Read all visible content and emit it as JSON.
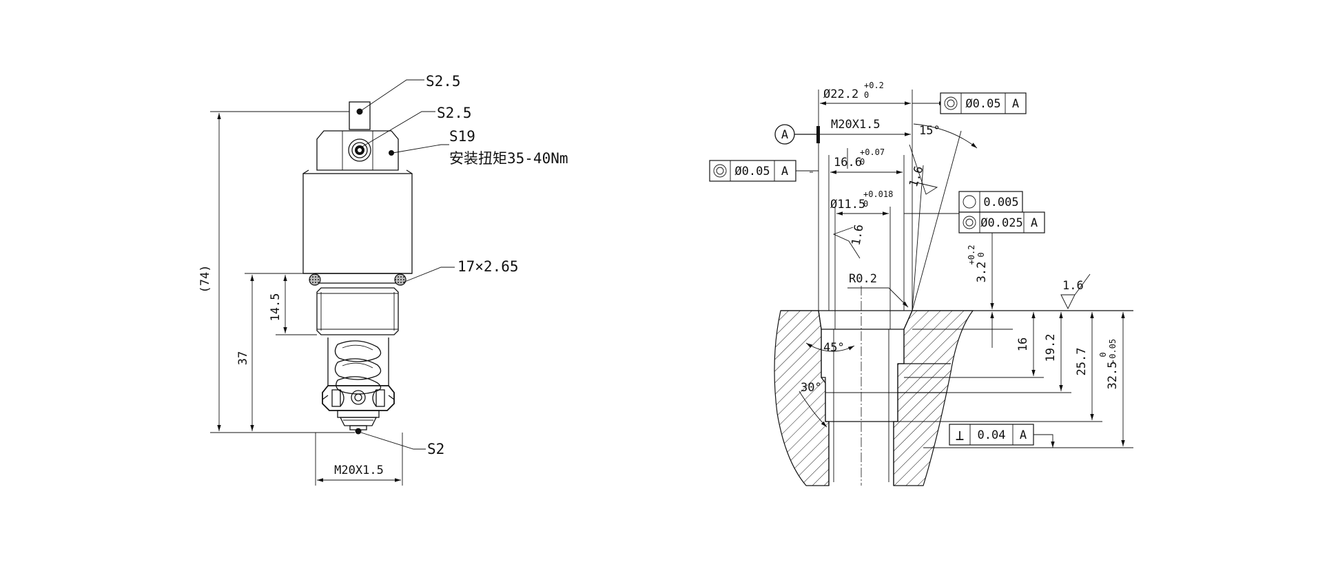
{
  "left_view": {
    "callouts": {
      "s25_top": "S2.5",
      "s25_side": "S2.5",
      "s19": "S19",
      "torque": "安装扭矩35-40Nm",
      "oring": "17×2.65",
      "s2": "S2"
    },
    "dims": {
      "overall": "(74)",
      "height_37": "37",
      "thread_len": "14.5",
      "thread": "M20X1.5"
    }
  },
  "right_view": {
    "dims": {
      "d22": "Ø22.2",
      "d22_tol_up": "+0.2",
      "d22_tol_low": "0",
      "m20": "M20X1.5",
      "d166": "16.6",
      "d166_tol_up": "+0.07",
      "d166_tol_low": "0",
      "d115": "Ø11.5",
      "d115_tol_up": "+0.018",
      "d115_tol_low": "0",
      "d32": "3.2",
      "d32_tol_up": "+0.2",
      "d32_tol_low": "0",
      "r02": "R0.2",
      "angle15": "15°",
      "angle45": "45°",
      "angle30": "30°",
      "v16": "16",
      "v192": "19.2",
      "v257": "25.7",
      "v325": "32.5",
      "v325_tol_up": "0",
      "v325_tol_low": "-0.05"
    },
    "roughness": {
      "ra1": "1.6",
      "ra2": "1.6",
      "ra3": "1.6"
    },
    "datum": "A",
    "frames": {
      "f1": {
        "value": "Ø0.05",
        "datum": "A"
      },
      "f2": {
        "value": "Ø0.05",
        "datum": "A"
      },
      "f3": {
        "value": "0.005"
      },
      "f4": {
        "value": "Ø0.025",
        "datum": "A"
      },
      "f5": {
        "symbol": "⊥",
        "value": "0.04",
        "datum": "A"
      }
    }
  }
}
